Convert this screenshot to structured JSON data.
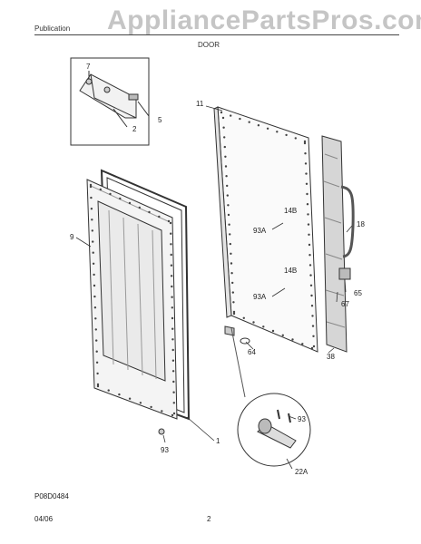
{
  "header": {
    "publication": "Publication",
    "section": "DOOR",
    "watermark": "AppliancePartsPros.com"
  },
  "callouts": {
    "c7": "7",
    "c5": "5",
    "c2": "2",
    "c11": "11",
    "c9": "9",
    "c14b_top": "14B",
    "c93a_top": "93A",
    "c18": "18",
    "c14b_bot": "14B",
    "c93a_bot": "93A",
    "c65": "65",
    "c67": "67",
    "c64": "64",
    "c38": "38",
    "c93_right": "93",
    "c1": "1",
    "c93_left": "93",
    "c22a": "22A"
  },
  "footer": {
    "diagram_code": "P08D0484",
    "date": "04/06",
    "page": "2"
  }
}
